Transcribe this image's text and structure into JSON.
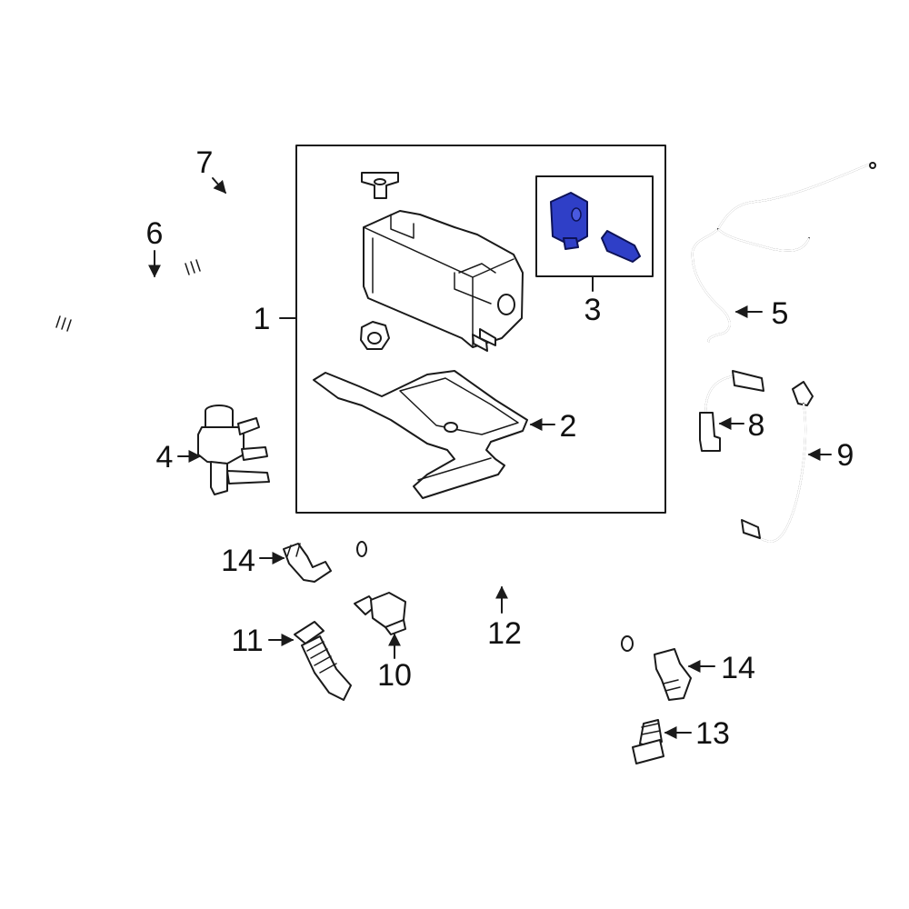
{
  "colors": {
    "line": "#1a1a1a",
    "highlight": "#2f3fc7",
    "background": "#ffffff"
  },
  "callouts": {
    "c1": "1",
    "c2": "2",
    "c3": "3",
    "c4": "4",
    "c5": "5",
    "c6": "6",
    "c7": "7",
    "c8": "8",
    "c9": "9",
    "c10": "10",
    "c11": "11",
    "c12": "12",
    "c13": "13",
    "c14a": "14",
    "c14b": "14"
  }
}
